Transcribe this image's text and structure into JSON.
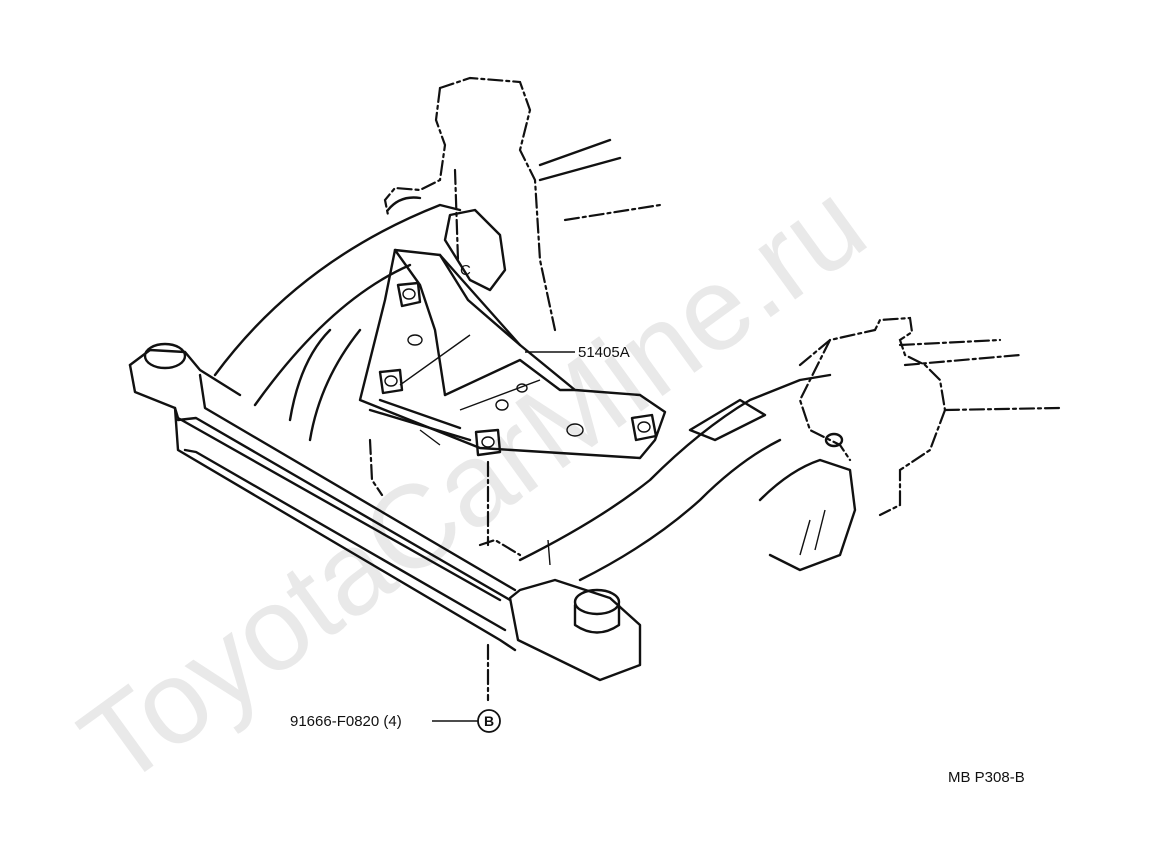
{
  "watermark": "ToyotaCarMine.ru",
  "callouts": {
    "bracket_part": "51405A",
    "bolt_part": "91666-F0820 (4)",
    "bolt_marker": "B"
  },
  "page_code": "MB  P308-B"
}
